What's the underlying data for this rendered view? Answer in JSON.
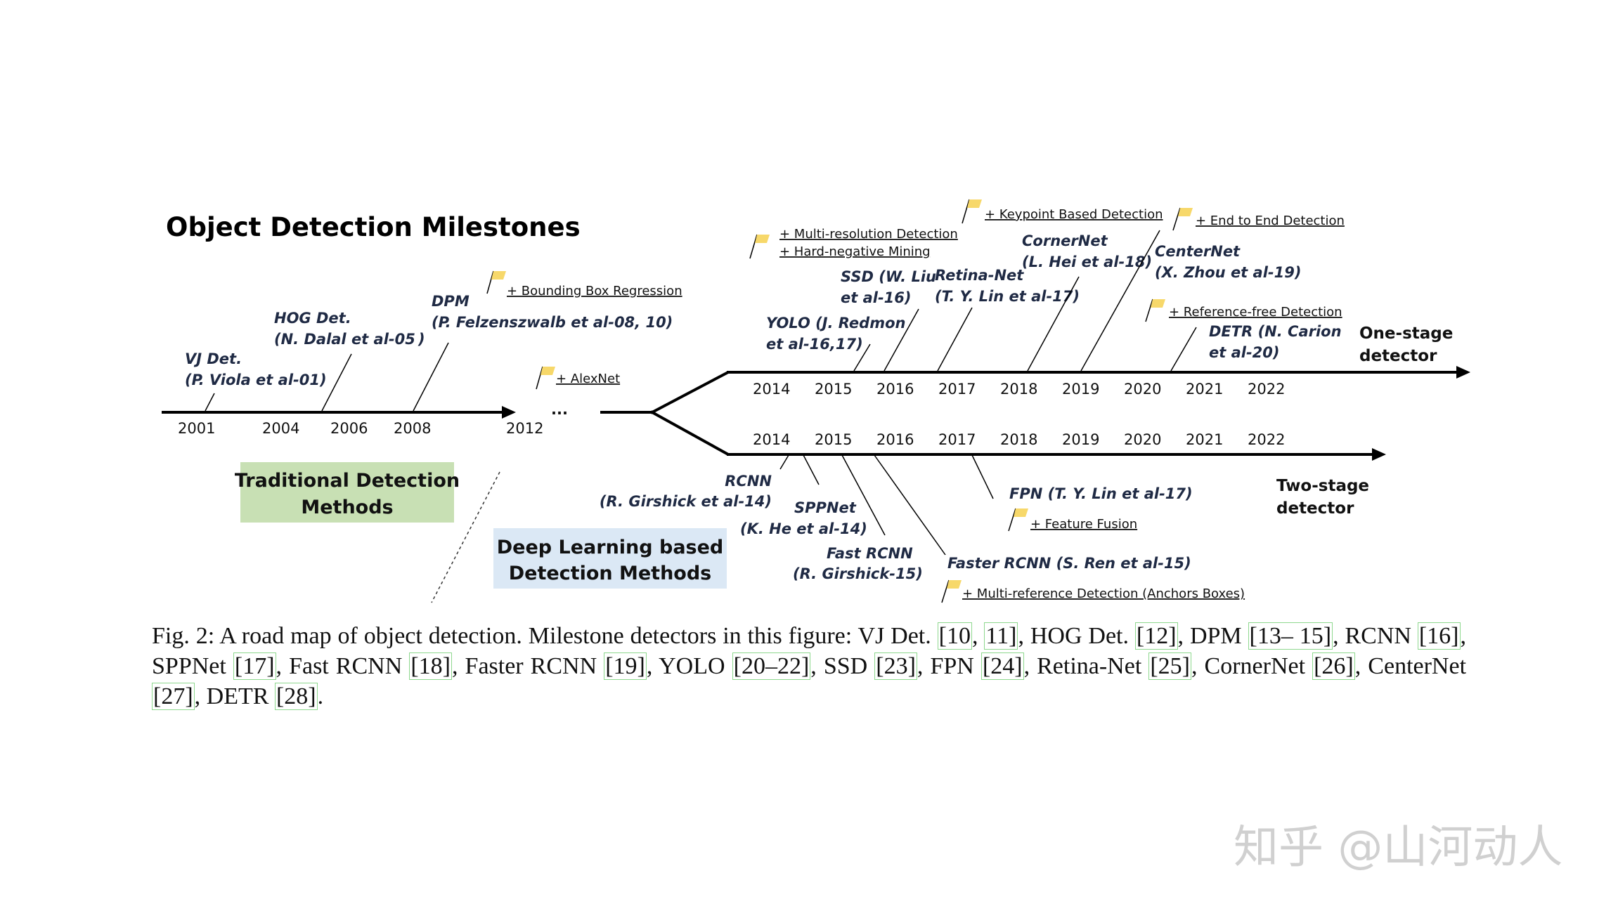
{
  "title": "Object Detection Milestones",
  "colors": {
    "line": "#000000",
    "label": "#1f2a44",
    "flag": "#f7d86a",
    "traditional_box": "#c8e0b4",
    "deep_box": "#dbe8f5",
    "cite_border": "#8ed88e"
  },
  "traditional": {
    "years": [
      "2001",
      "2004",
      "2006",
      "2008",
      "2012"
    ],
    "ellipsis": "...",
    "milestones": [
      {
        "name": "VJ Det.",
        "authors": "(P. Viola et al-01)"
      },
      {
        "name": "HOG Det.",
        "authors": "(N. Dalal et al-05 )"
      },
      {
        "name": "DPM",
        "authors": "(P. Felzenszwalb et al-08, 10)"
      }
    ],
    "flags": [
      "+ Bounding Box Regression",
      "+ AlexNet"
    ],
    "box_label_1": "Traditional Detection",
    "box_label_2": "Methods"
  },
  "one_stage": {
    "years": [
      "2014",
      "2015",
      "2016",
      "2017",
      "2018",
      "2019",
      "2020",
      "2021",
      "2022"
    ],
    "label_1": "One-stage",
    "label_2": "detector",
    "milestones": [
      {
        "line1": "YOLO (J. Redmon",
        "line2": "et al-16,17)"
      },
      {
        "line1": "SSD (W. Liu",
        "line2": "et al-16)"
      },
      {
        "line1": "Retina-Net",
        "line2": "(T. Y. Lin et al-17)"
      },
      {
        "line1": "CornerNet",
        "line2": "(L. Hei et al-18)"
      },
      {
        "line1": "CenterNet",
        "line2": "(X. Zhou et al-19)"
      },
      {
        "line1": "DETR (N. Carion",
        "line2": "et al-20)"
      }
    ],
    "flags": [
      "+ Multi-resolution Detection",
      "+ Hard-negative Mining",
      "+ Keypoint Based Detection",
      "+ End to End Detection",
      "+ Reference-free Detection"
    ]
  },
  "two_stage": {
    "years": [
      "2014",
      "2015",
      "2016",
      "2017",
      "2018",
      "2019",
      "2020",
      "2021",
      "2022"
    ],
    "label_1": "Two-stage",
    "label_2": "detector",
    "milestones": [
      {
        "line1": "RCNN",
        "line2": "(R. Girshick et al-14)"
      },
      {
        "line1": "SPPNet",
        "line2": "(K. He et al-14)"
      },
      {
        "line1": "Fast RCNN",
        "line2": "(R. Girshick-15)"
      },
      {
        "line1": "Faster RCNN (S. Ren et al-15)"
      },
      {
        "line1": "FPN (T. Y. Lin et al-17)"
      }
    ],
    "flags": [
      "+ Feature Fusion",
      "+ Multi-reference Detection (Anchors Boxes)"
    ]
  },
  "deep_box_label_1": "Deep Learning based",
  "deep_box_label_2": "Detection Methods",
  "caption": {
    "parts": [
      {
        "t": "Fig. 2: A road map of object detection. Milestone detectors in this figure: VJ Det. "
      },
      {
        "c": "[10"
      },
      {
        "t": ", "
      },
      {
        "c": "11]"
      },
      {
        "t": ", HOG Det. "
      },
      {
        "c": "[12]"
      },
      {
        "t": ", DPM "
      },
      {
        "c": "[13– 15]"
      },
      {
        "t": ", RCNN "
      },
      {
        "c": "[16]"
      },
      {
        "t": ", SPPNet "
      },
      {
        "c": "[17]"
      },
      {
        "t": ", Fast RCNN "
      },
      {
        "c": "[18]"
      },
      {
        "t": ", Faster RCNN "
      },
      {
        "c": "[19]"
      },
      {
        "t": ", YOLO "
      },
      {
        "c": "[20–22]"
      },
      {
        "t": ", SSD "
      },
      {
        "c": "[23]"
      },
      {
        "t": ", FPN "
      },
      {
        "c": "[24]"
      },
      {
        "t": ", Retina-Net "
      },
      {
        "c": "[25]"
      },
      {
        "t": ", CornerNet "
      },
      {
        "c": "[26]"
      },
      {
        "t": ", CenterNet "
      },
      {
        "c": "[27]"
      },
      {
        "t": ", DETR "
      },
      {
        "c": "[28]"
      },
      {
        "t": "."
      }
    ]
  },
  "watermark": "知乎 @山河动人"
}
